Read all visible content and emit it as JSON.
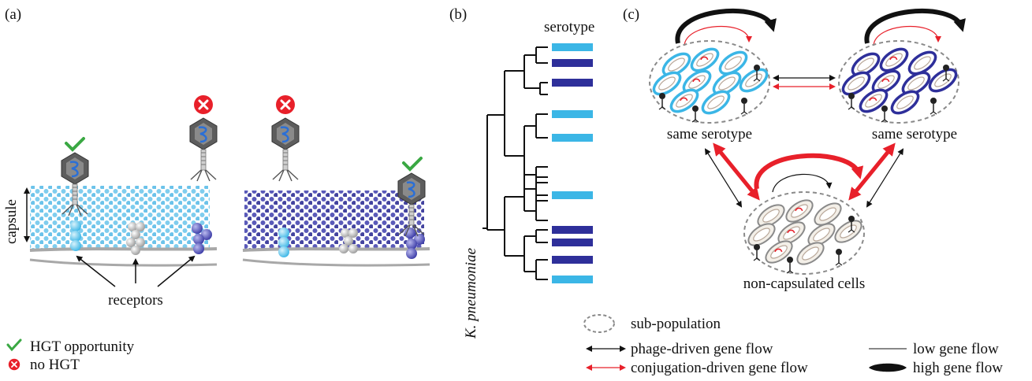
{
  "panels": {
    "a": {
      "label": "(a)",
      "capsule_label": "capsule",
      "receptors_label": "receptors",
      "legend": {
        "hgt": "HGT opportunity",
        "no_hgt": "no HGT"
      }
    },
    "b": {
      "label": "(b)",
      "header": "serotype",
      "species": "K. pneumoniae",
      "serotype_bars": [
        "light",
        "dark",
        "dark",
        "none",
        "light",
        "light",
        "none",
        "light",
        "none",
        "dark",
        "dark",
        "dark",
        "light"
      ]
    },
    "c": {
      "label": "(c)",
      "cluster_left": "same serotype",
      "cluster_right": "same serotype",
      "cluster_bottom": "non-capsulated cells",
      "legend": {
        "subpop": "sub-population",
        "phage": "phage-driven gene flow",
        "conj": "conjugation-driven gene flow",
        "low": "low gene flow",
        "high": "high gene flow"
      }
    }
  },
  "colors": {
    "light_blue": "#3bb6e6",
    "dark_blue": "#2e2f9a",
    "capsule_light": "#7fcdee",
    "capsule_dark": "#4a4ab2",
    "red": "#e8202a",
    "check_green": "#3aa843",
    "grey": "#a8a8a8"
  }
}
